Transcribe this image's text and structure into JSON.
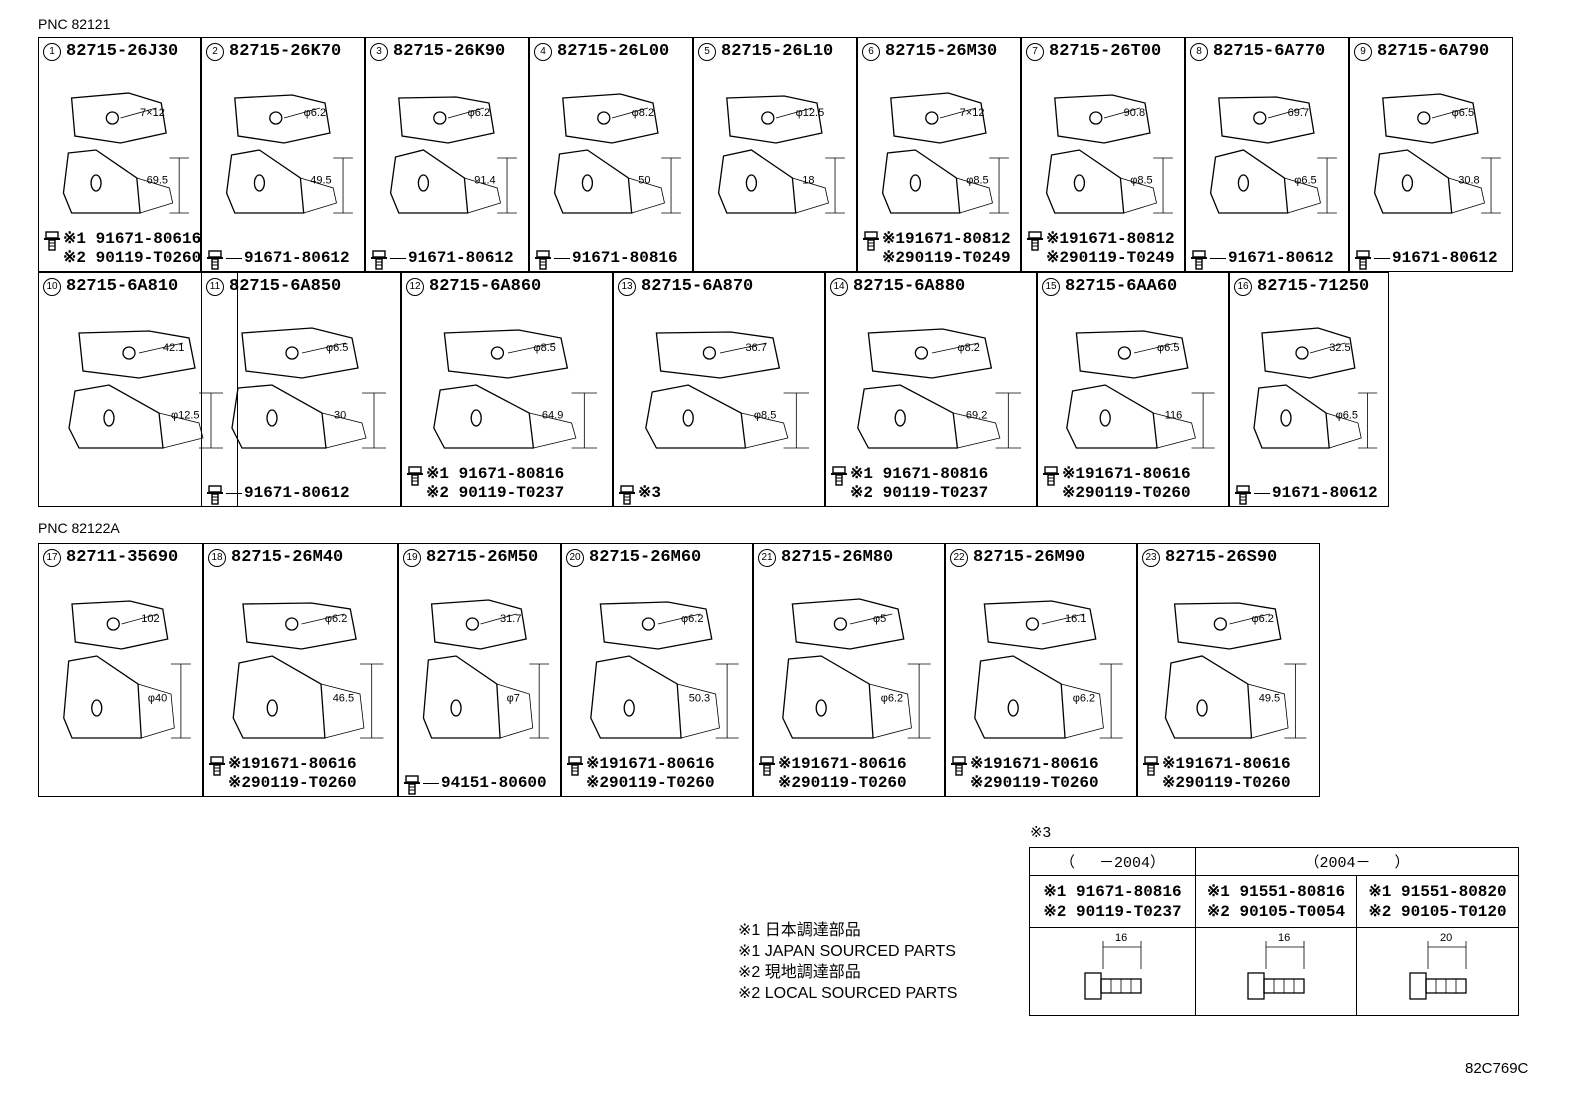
{
  "pnc1": "PNC 82121",
  "pnc2": "PNC 82122A",
  "footer_code": "82C769C",
  "cells": [
    {
      "n": "1",
      "part": "82715-26J30",
      "dims": [
        "7×12",
        "69.5"
      ],
      "bolts": [
        "※1 91671-80616",
        "※2 90119-T0260"
      ]
    },
    {
      "n": "2",
      "part": "82715-26K70",
      "dims": [
        "φ6.2",
        "49.5"
      ],
      "bolts": [
        "91671-80612"
      ]
    },
    {
      "n": "3",
      "part": "82715-26K90",
      "dims": [
        "φ6.2",
        "91.4"
      ],
      "bolts": [
        "91671-80612"
      ]
    },
    {
      "n": "4",
      "part": "82715-26L00",
      "dims": [
        "φ8.2",
        "50"
      ],
      "bolts": [
        "91671-80816"
      ]
    },
    {
      "n": "5",
      "part": "82715-26L10",
      "dims": [
        "φ12.5",
        "18"
      ],
      "bolts": []
    },
    {
      "n": "6",
      "part": "82715-26M30",
      "dims": [
        "7×12",
        "φ8.5"
      ],
      "bolts": [
        "※191671-80812",
        "※290119-T0249"
      ]
    },
    {
      "n": "7",
      "part": "82715-26T00",
      "dims": [
        "90.8",
        "φ8.5"
      ],
      "bolts": [
        "※191671-80812",
        "※290119-T0249"
      ]
    },
    {
      "n": "8",
      "part": "82715-6A770",
      "dims": [
        "69.7",
        "φ6.5"
      ],
      "bolts": [
        "91671-80612"
      ]
    },
    {
      "n": "9",
      "part": "82715-6A790",
      "dims": [
        "φ6.5",
        "30.8"
      ],
      "bolts": [
        "91671-80612"
      ]
    },
    {
      "n": "10",
      "part": "82715-6A810",
      "dims": [
        "42.1",
        "φ12.5"
      ],
      "bolts": []
    },
    {
      "n": "11",
      "part": "82715-6A850",
      "dims": [
        "φ6.5",
        "30"
      ],
      "bolts": [
        "91671-80612"
      ]
    },
    {
      "n": "12",
      "part": "82715-6A860",
      "dims": [
        "φ8.5",
        "64.9"
      ],
      "bolts": [
        "※1 91671-80816",
        "※2 90119-T0237"
      ]
    },
    {
      "n": "13",
      "part": "82715-6A870",
      "dims": [
        "36.7",
        "φ8.5"
      ],
      "bolts": [
        "※3"
      ]
    },
    {
      "n": "14",
      "part": "82715-6A880",
      "dims": [
        "φ8.2",
        "69.2"
      ],
      "bolts": [
        "※1 91671-80816",
        "※2 90119-T0237"
      ]
    },
    {
      "n": "15",
      "part": "82715-6AA60",
      "dims": [
        "φ6.5",
        "116"
      ],
      "bolts": [
        "※191671-80616",
        "※290119-T0260"
      ]
    },
    {
      "n": "16",
      "part": "82715-71250",
      "dims": [
        "32.5",
        "φ6.5"
      ],
      "bolts": [
        "91671-80612"
      ]
    },
    {
      "n": "17",
      "part": "82711-35690",
      "dims": [
        "102",
        "φ40"
      ],
      "bolts": []
    },
    {
      "n": "18",
      "part": "82715-26M40",
      "dims": [
        "φ6.2",
        "46.5"
      ],
      "bolts": [
        "※191671-80616",
        "※290119-T0260"
      ]
    },
    {
      "n": "19",
      "part": "82715-26M50",
      "dims": [
        "31.7",
        "φ7"
      ],
      "bolts": [
        "94151-80600"
      ]
    },
    {
      "n": "20",
      "part": "82715-26M60",
      "dims": [
        "φ6.2",
        "50.3"
      ],
      "bolts": [
        "※191671-80616",
        "※290119-T0260"
      ]
    },
    {
      "n": "21",
      "part": "82715-26M80",
      "dims": [
        "φ5",
        "φ6.2"
      ],
      "bolts": [
        "※191671-80616",
        "※290119-T0260"
      ]
    },
    {
      "n": "22",
      "part": "82715-26M90",
      "dims": [
        "16.1",
        "φ6.2"
      ],
      "bolts": [
        "※191671-80616",
        "※290119-T0260"
      ]
    },
    {
      "n": "23",
      "part": "82715-26S90",
      "dims": [
        "φ6.2",
        "49.5"
      ],
      "bolts": [
        "※191671-80616",
        "※290119-T0260"
      ]
    }
  ],
  "notes": [
    "※1 日本調達部品",
    "※1 JAPAN SOURCED PARTS",
    "※2 現地調達部品",
    "※2 LOCAL SOURCED PARTS"
  ],
  "table3": {
    "label": "※3",
    "col1_head": "（　 －2004）",
    "col2_head": "（2004－　 ）",
    "cols": [
      {
        "l1": "※1 91671-80816",
        "l2": "※2 90119-T0237",
        "len": "16"
      },
      {
        "l1": "※1 91551-80816",
        "l2": "※2 90105-T0054",
        "len": "16"
      },
      {
        "l1": "※1 91551-80820",
        "l2": "※2 90105-T0120",
        "len": "20"
      }
    ]
  }
}
